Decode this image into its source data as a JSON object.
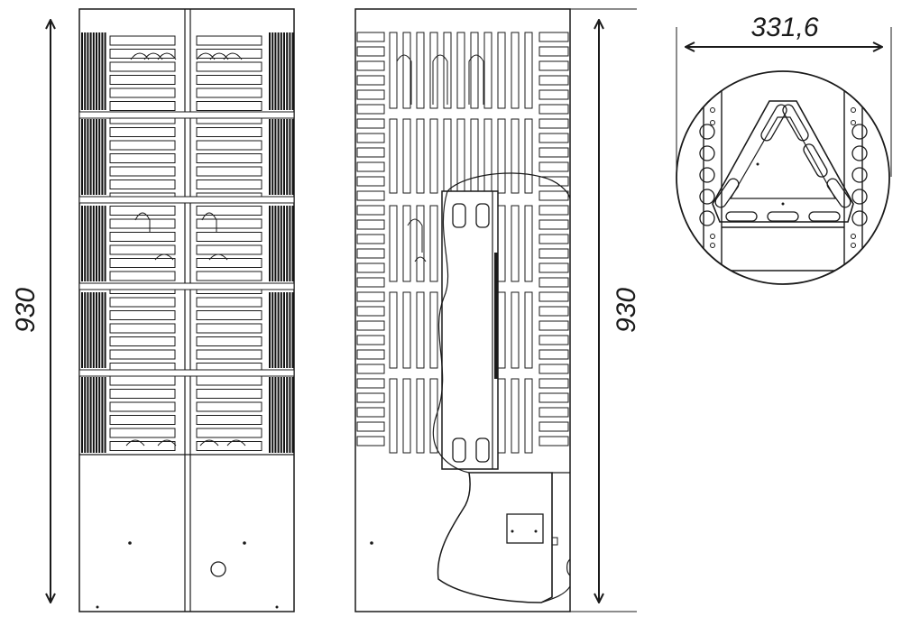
{
  "dimensions": {
    "front_height": "930",
    "side_height": "930",
    "top_diameter": "331,6"
  },
  "colors": {
    "line": "#1a1a1a",
    "fill": "#ffffff",
    "dark_fill": "#111111"
  }
}
